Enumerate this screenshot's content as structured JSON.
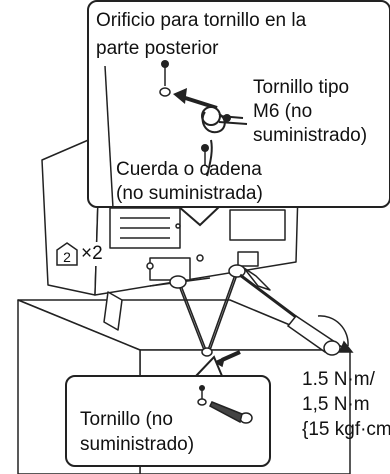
{
  "callout_top": {
    "line1": "Orificio para tornillo en la",
    "line2": "parte posterior",
    "screw_line1": "Tornillo tipo",
    "screw_line2": "M6 (no",
    "screw_line3": "suministrado)",
    "cord_line1": "Cuerda o cadena",
    "cord_line2": "(no suministrada)"
  },
  "marker": {
    "count": "×2",
    "icon": "screw-number-2-icon"
  },
  "callout_bottom": {
    "line1": "Tornillo (no",
    "line2": "suministrado)"
  },
  "torque": {
    "line1": "1.5 N·m/",
    "line2": "1,5 N·m",
    "line3": "{15 kgf·cm}"
  }
}
